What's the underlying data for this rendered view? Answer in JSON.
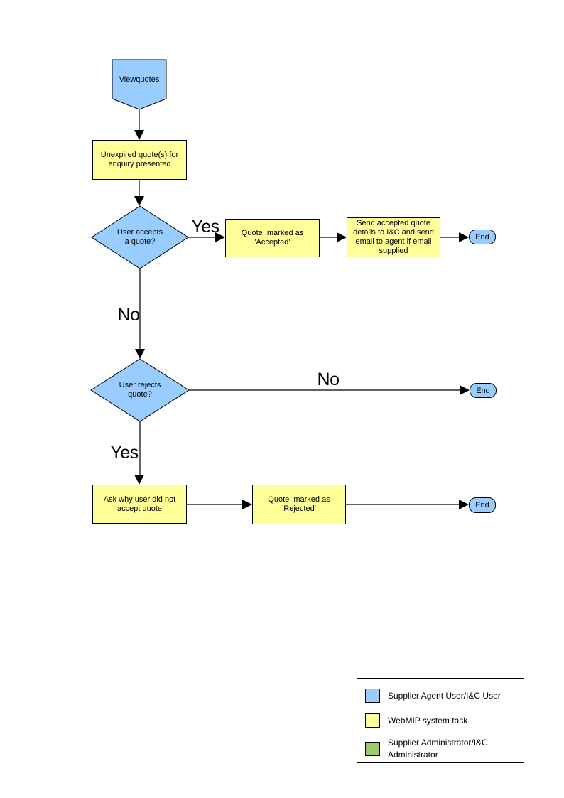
{
  "nodes": {
    "start": {
      "label": "Viewquotes"
    },
    "unexpired": {
      "label": "Unexpired quote(s) for\nenquiry presented"
    },
    "accepts_decision": {
      "label": "User accepts\na quote?"
    },
    "marked_accepted": {
      "label": "Quote  marked as\n'Accepted'"
    },
    "send_details": {
      "label": "Send accepted quote\ndetails to I&C and send\nemail to agent if email\nsupplied"
    },
    "end_accept": {
      "label": "End"
    },
    "rejects_decision": {
      "label": "User rejects\nquote?"
    },
    "end_no_reject": {
      "label": "End"
    },
    "ask_why": {
      "label": "Ask why user did not\naccept quote"
    },
    "marked_rejected": {
      "label": "Quote  marked as\n'Rejected'"
    },
    "end_reject": {
      "label": "End"
    }
  },
  "edges": {
    "accepts_yes_label": "Yes",
    "accepts_no_label": "No",
    "rejects_no_label": "No",
    "rejects_yes_label": "Yes"
  },
  "legend": {
    "items": [
      {
        "swatch_color": "#99CCFF",
        "label": "Supplier Agent User/I&C User"
      },
      {
        "swatch_color": "#FFFF99",
        "label": "WebMIP system task"
      },
      {
        "swatch_color": "#99CC66",
        "label": "Supplier Administrator/I&C Administrator"
      }
    ]
  },
  "colors": {
    "user_task": "#99CCFF",
    "system_task": "#FFFF99",
    "admin_task": "#99CC66",
    "connector": "#000000",
    "background": "#FFFFFF"
  }
}
